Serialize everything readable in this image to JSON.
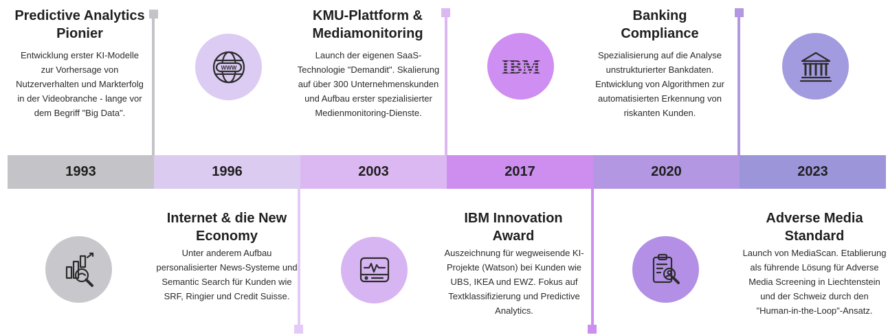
{
  "years": [
    "1993",
    "1996",
    "2003",
    "2017",
    "2020",
    "2023"
  ],
  "milestones": [
    {
      "title": "Predictive Analytics Pionier",
      "desc": "Entwicklung erster KI-Modelle zur Vorhersage von Nutzerverhalten und Markterfolg in der Videobranche - lange vor dem Begriff \"Big Data\"."
    },
    {
      "title": "Internet & die New Economy",
      "desc": "Unter anderem Aufbau personalisierter News-Systeme und Semantic Search für Kunden wie SRF, Ringier und Credit Suisse."
    },
    {
      "title": "KMU-Plattform & Mediamonitoring",
      "desc": "Launch der eigenen SaaS-Technologie \"Demandit\". Skalierung auf über 300 Unternehmenskunden und Aufbau erster spezialisierter Medienmonitoring-Dienste."
    },
    {
      "title": "IBM Innovation Award",
      "desc": "Auszeichnung für wegweisende KI-Projekte (Watson) bei Kunden wie UBS, IKEA und EWZ. Fokus auf Textklassifizierung und Predictive Analytics."
    },
    {
      "title": "Banking Compliance",
      "desc": "Spezialisierung auf die Analyse unstrukturierter Bankdaten. Entwicklung von Algorithmen zur automatisierten Erkennung von riskanten Kunden."
    },
    {
      "title": "Adverse Media Standard",
      "desc": "Launch von MediaScan. Etablierung als führende Lösung für Adverse Media Screening in Liechtenstein und der Schweiz durch den \"Human-in-the-Loop\"-Ansatz."
    }
  ],
  "icons": {
    "www": "WWW",
    "ibm": "IBM"
  },
  "colors": {
    "band": [
      "#c4c3c8",
      "#dccbf1",
      "#dcb8f3",
      "#cd8ef0",
      "#b397e2",
      "#9c95da"
    ],
    "connector": [
      "#c4c3c8",
      "#e2cbf7",
      "#dcb8f3",
      "#cd8ef0",
      "#b397e2",
      "#9c95da"
    ],
    "circle": [
      "#c8c7cc",
      "#dccbf3",
      "#d7b5f3",
      "#cf8ef2",
      "#b390e6",
      "#a39bdf"
    ],
    "icon_stroke": "#2c2c2c"
  }
}
